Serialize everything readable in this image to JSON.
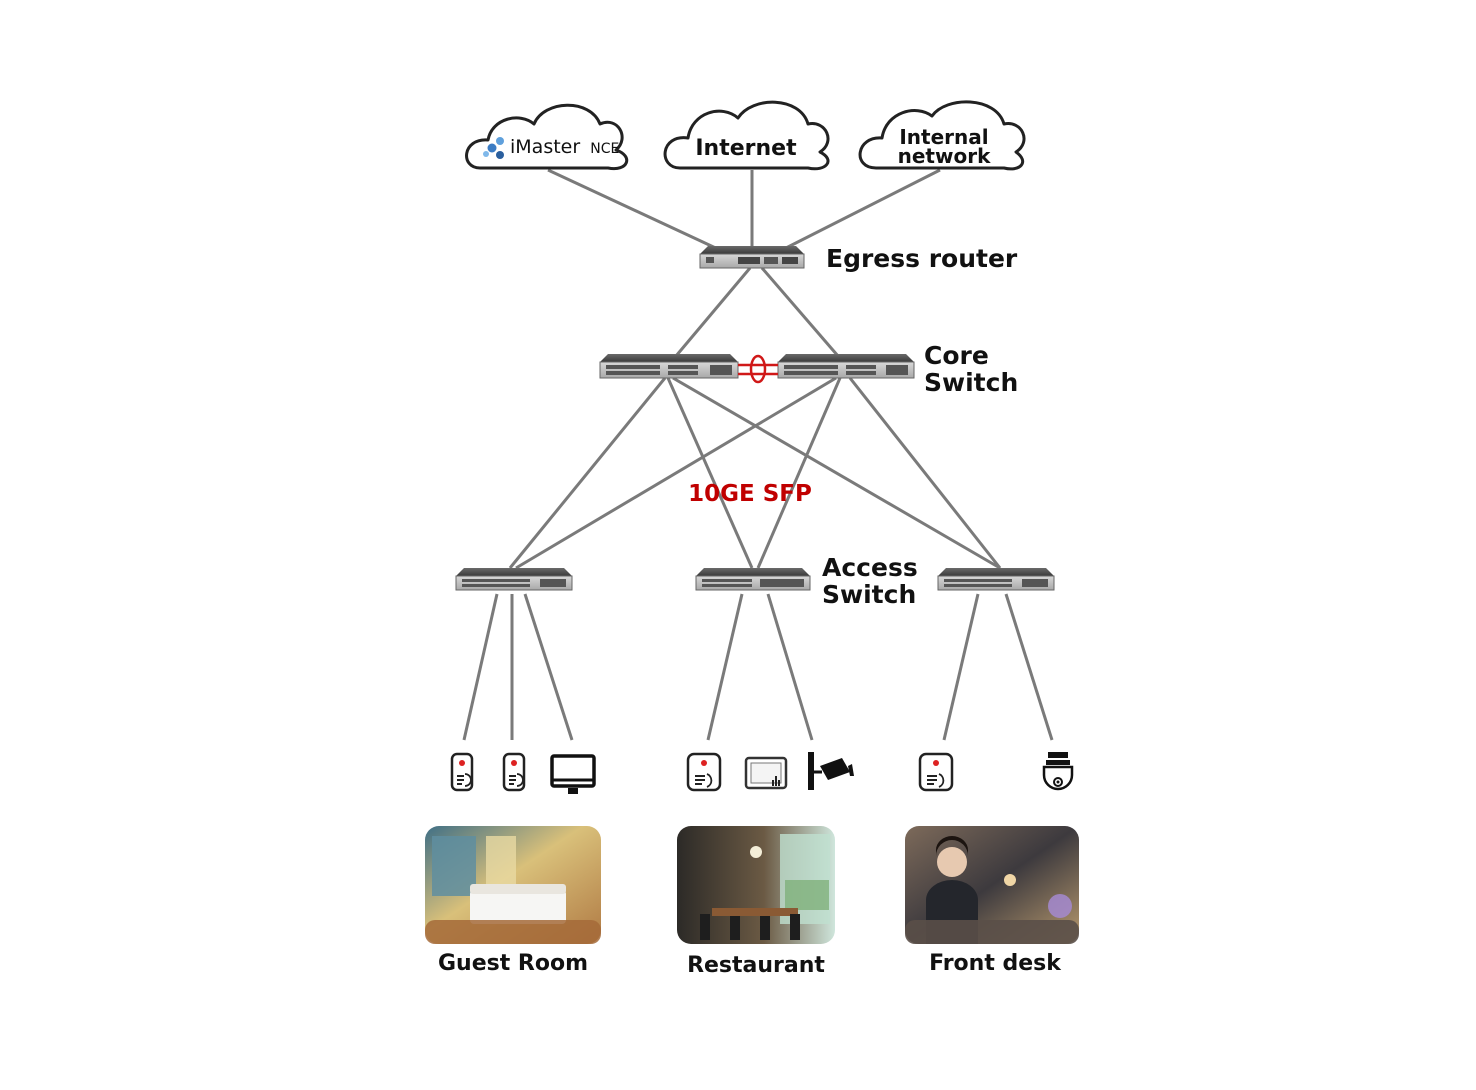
{
  "clouds": {
    "imaster": {
      "name": "iMaster",
      "suffix": "NCE"
    },
    "internet": {
      "label": "Internet"
    },
    "internal": {
      "line1": "Internal",
      "line2": "network"
    }
  },
  "labels": {
    "egress_router": "Egress router",
    "core_line1": "Core",
    "core_line2": "Switch",
    "link_type": "10GE SFP",
    "access_line1": "Access",
    "access_line2": "Switch"
  },
  "scenes": {
    "guest_room": "Guest Room",
    "restaurant": "Restaurant",
    "front_desk": "Front desk"
  },
  "colors": {
    "link": "#7a7a7a",
    "stack_link": "#d01818",
    "link_type_text": "#c00000",
    "device_body": "#4a4a4a"
  }
}
